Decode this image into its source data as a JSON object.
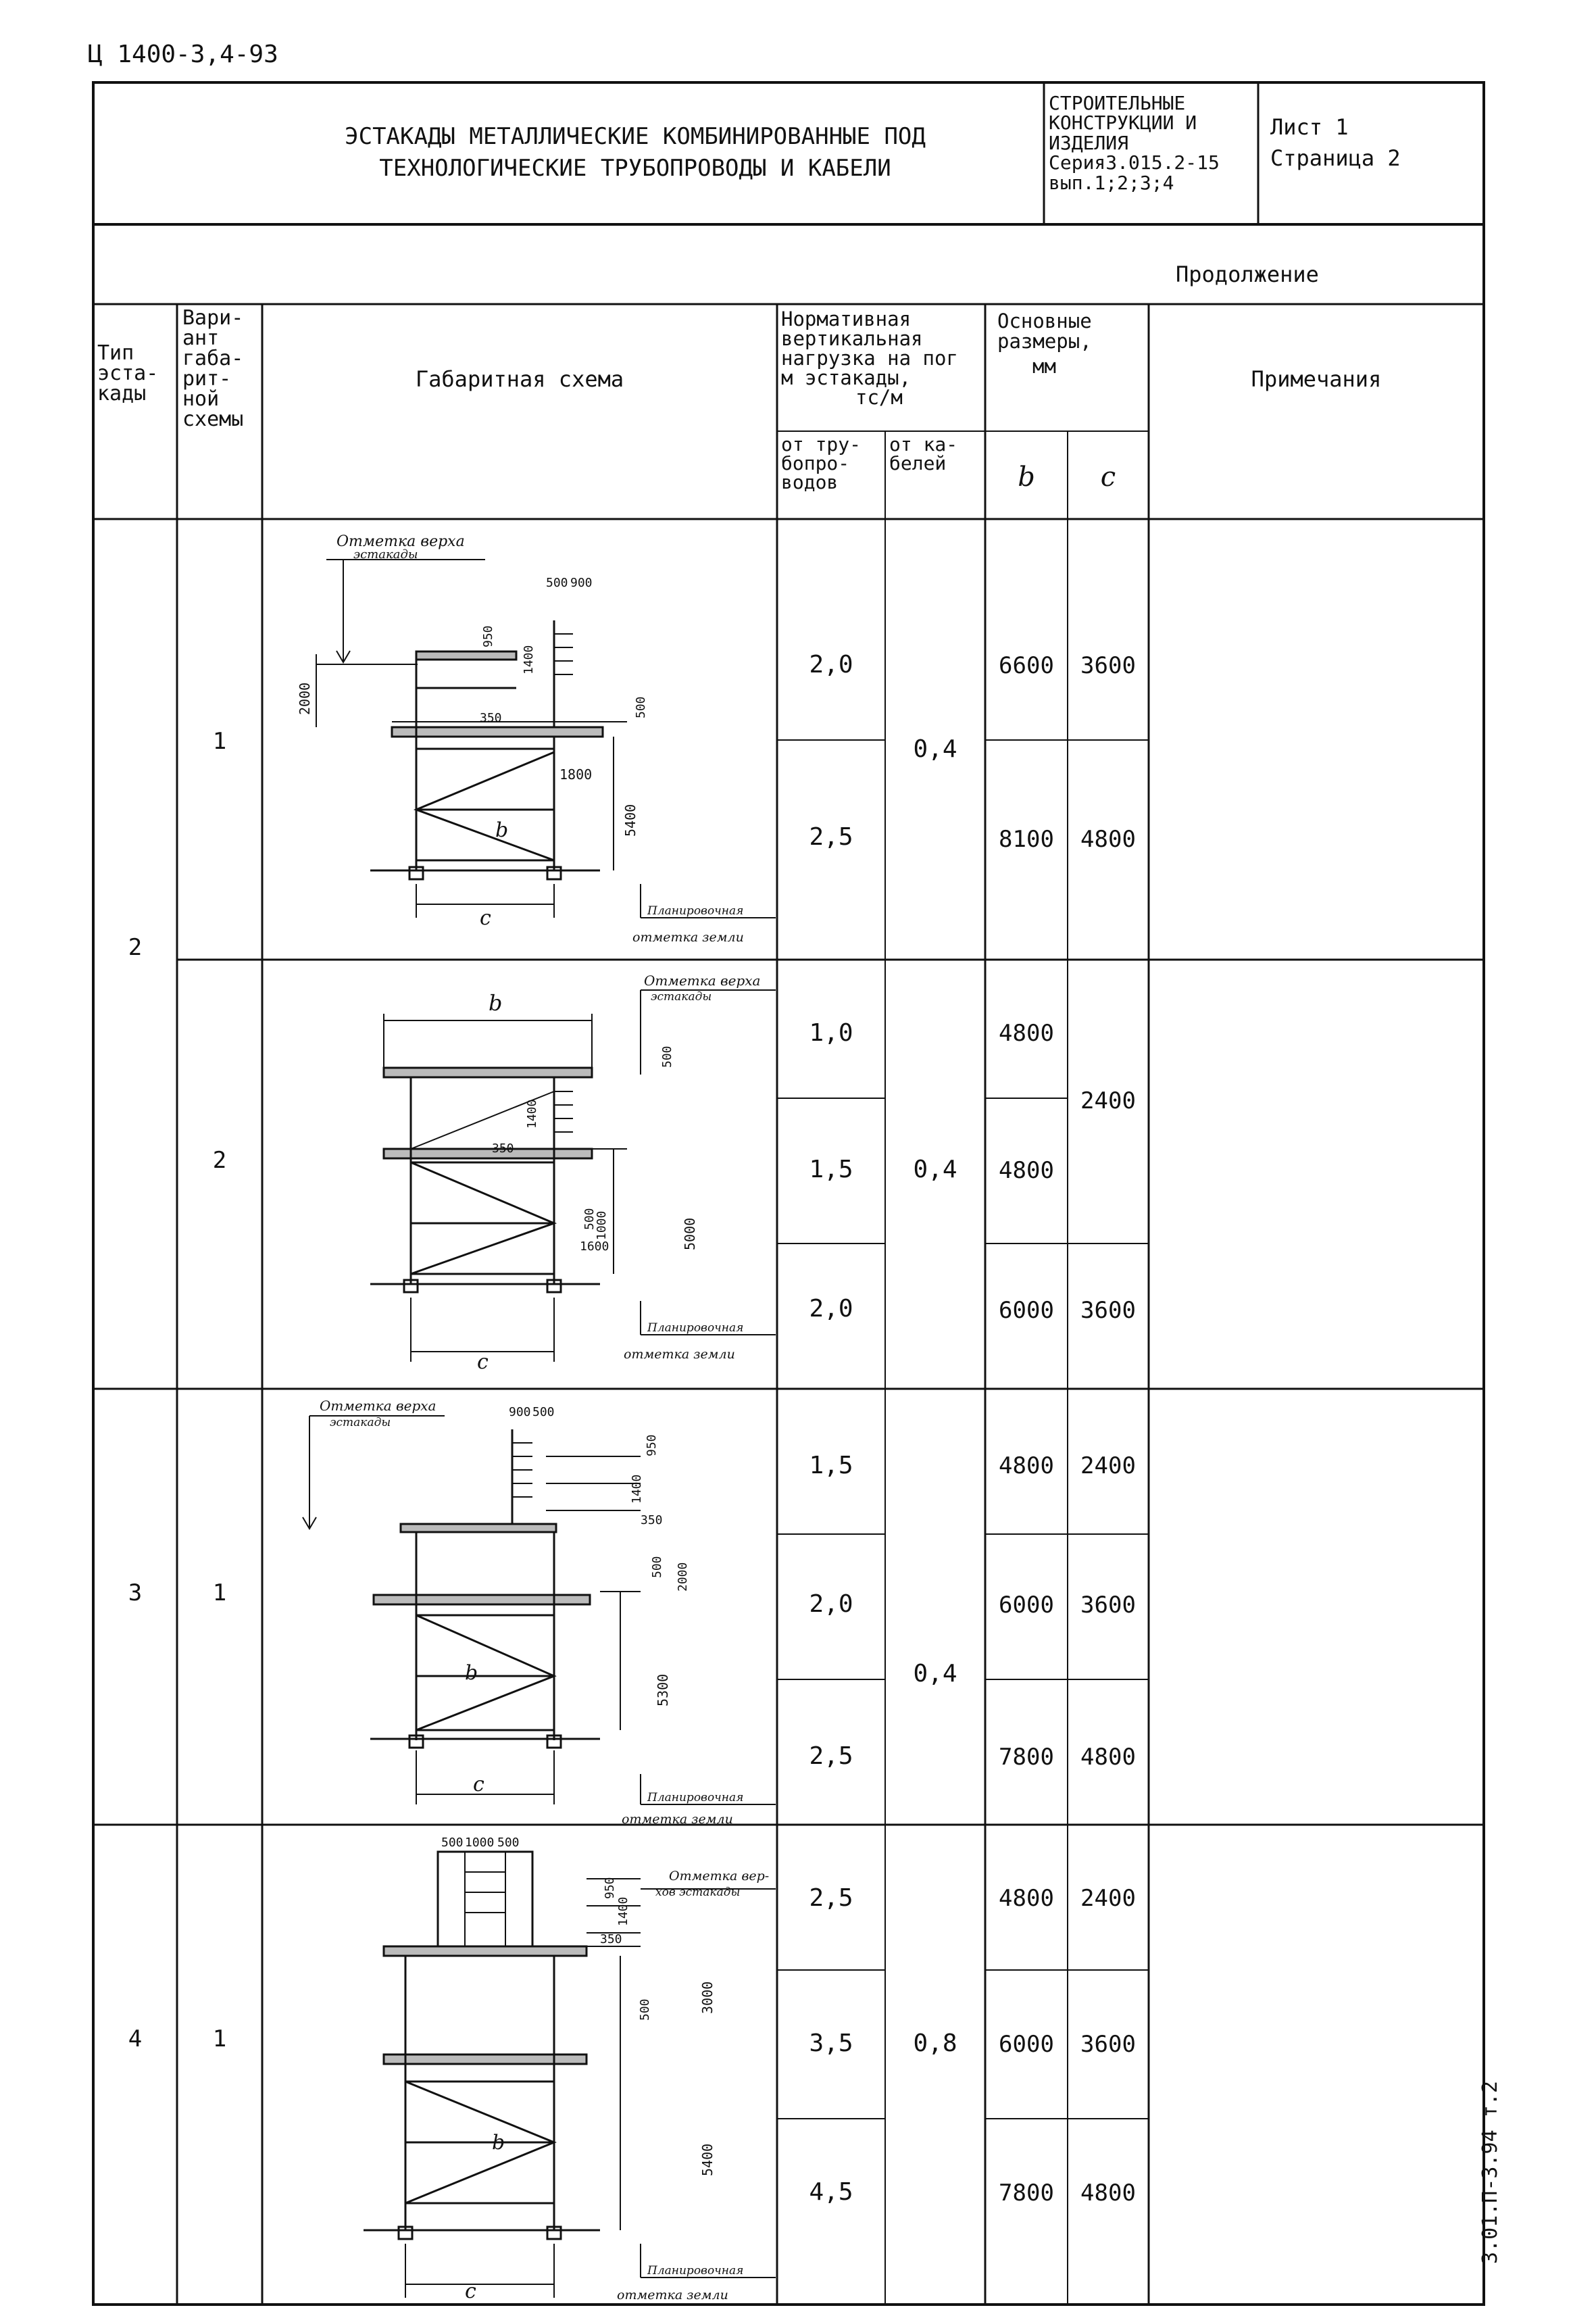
{
  "header": {
    "code": "Ц 1400-3,4-93",
    "title_line1": "ЭСТАКАДЫ МЕТАЛЛИЧЕСКИЕ КОМБИНИРОВАННЫЕ ПОД",
    "title_line2": "ТЕХНОЛОГИЧЕСКИЕ ТРУБОПРОВОДЫ И КАБЕЛИ",
    "series_lines": [
      "СТРОИТЕЛЬНЫЕ",
      "КОНСТРУКЦИИ И",
      "ИЗДЕЛИЯ",
      "Серия3.015.2-15",
      "вып.1;2;3;4"
    ],
    "sheet": "Лист 1",
    "page": "Страница 2"
  },
  "continuation": "Продолжение",
  "columns": {
    "type": [
      "Тип",
      "эста-",
      "кады"
    ],
    "variant": [
      "Вари-",
      "ант",
      "габа-",
      "рит-",
      "ной",
      "схемы"
    ],
    "scheme": "Габаритная схема",
    "load": [
      "Нормативная",
      "вертикальная",
      "нагрузка на пог",
      "м эстакады,",
      "тс/м"
    ],
    "load_pipes": [
      "от тру-",
      "бопро-",
      "водов"
    ],
    "load_cables": [
      "от ка-",
      "белей"
    ],
    "sizes": [
      "Основные",
      "размеры,",
      "мм"
    ],
    "size_b": "b",
    "size_c": "c",
    "notes": "Примечания"
  },
  "groups": [
    {
      "type": "2",
      "variant": "1",
      "cable_load": "0,4",
      "rows": [
        {
          "pipes": "2,0",
          "b": "6600",
          "c": "3600"
        },
        {
          "pipes": "2,5",
          "b": "8100",
          "c": "4800"
        }
      ]
    },
    {
      "type": "",
      "variant": "2",
      "cable_load": "0,4",
      "rows": [
        {
          "pipes": "1,0",
          "b": "4800",
          "c": "2400"
        },
        {
          "pipes": "1,5",
          "b": "4800",
          "c": ""
        },
        {
          "pipes": "2,0",
          "b": "6000",
          "c": "3600"
        }
      ]
    },
    {
      "type": "3",
      "variant": "1",
      "cable_load": "0,4",
      "rows": [
        {
          "pipes": "1,5",
          "b": "4800",
          "c": "2400"
        },
        {
          "pipes": "2,0",
          "b": "6000",
          "c": "3600"
        },
        {
          "pipes": "2,5",
          "b": "7800",
          "c": "4800"
        }
      ]
    },
    {
      "type": "4",
      "variant": "1",
      "cable_load": "0,8",
      "rows": [
        {
          "pipes": "2,5",
          "b": "4800",
          "c": "2400"
        },
        {
          "pipes": "3,5",
          "b": "6000",
          "c": "3600"
        },
        {
          "pipes": "4,5",
          "b": "7800",
          "c": "4800"
        }
      ]
    }
  ],
  "diagrams": {
    "d1": {
      "top_mark": [
        "Отметка верха",
        "эстакады"
      ],
      "ground_mark": [
        "Планировочная",
        "отметка земли"
      ],
      "dims": [
        "500",
        "900",
        "950",
        "1400",
        "2000",
        "350",
        "500",
        "1800",
        "5400"
      ],
      "b": "b",
      "c": "c"
    },
    "d2": {
      "top_mark": [
        "Отметка верха",
        "эстакады"
      ],
      "ground_mark": [
        "Планировочная",
        "отметка земли"
      ],
      "dims": [
        "500",
        "1400",
        "350",
        "5000",
        "500",
        "1000",
        "1600"
      ],
      "b": "b",
      "c": "c"
    },
    "d3": {
      "top_mark": [
        "Отметка верха",
        "эстакады"
      ],
      "ground_mark": [
        "Планировочная",
        "отметка земли"
      ],
      "dims": [
        "900",
        "500",
        "950",
        "1400",
        "350",
        "500",
        "2000",
        "5300"
      ],
      "b": "b",
      "c": "c"
    },
    "d4": {
      "top_mark": [
        "Отметка вер-",
        "хов эстакады"
      ],
      "ground_mark": [
        "Планировочная",
        "отметка земли"
      ],
      "dims": [
        "500",
        "1000",
        "500",
        "950",
        "1400",
        "350",
        "500",
        "3000",
        "5400"
      ],
      "b": "b",
      "c": "c"
    }
  },
  "side_stamp": "3.01.П-3.94 т.2"
}
